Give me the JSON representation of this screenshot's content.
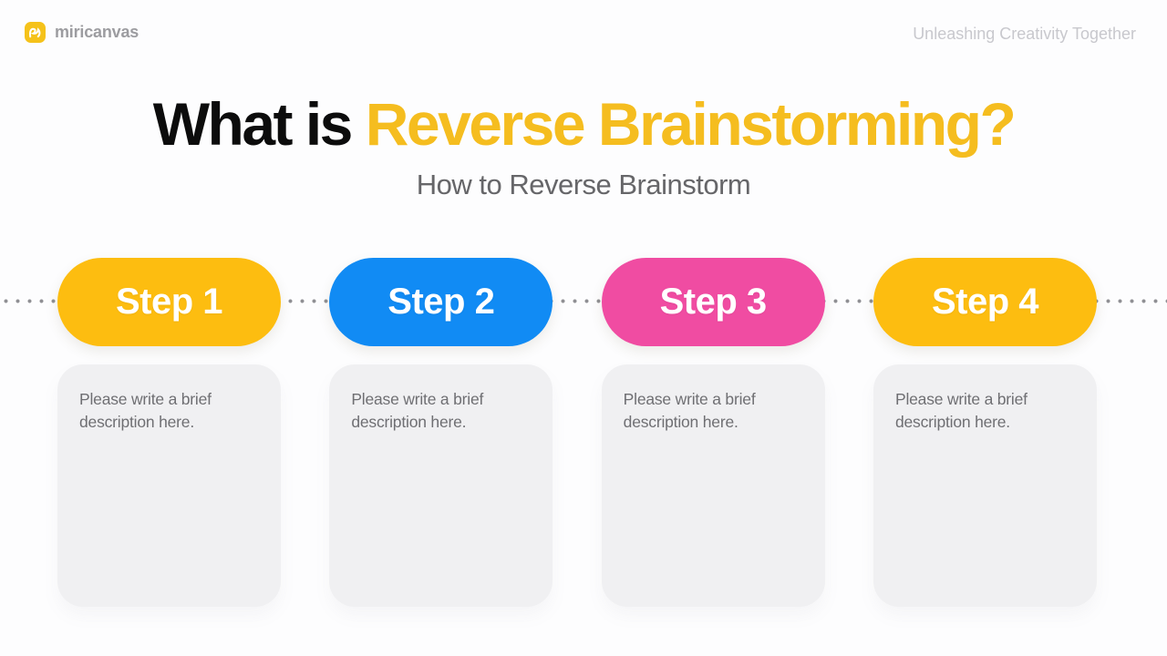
{
  "header": {
    "brand": "miricanvas",
    "tagline": "Unleashing Creativity Together"
  },
  "title": {
    "prefix": "What is ",
    "highlight": "Reverse Brainstorming?",
    "subtitle": "How to Reverse Brainstorm"
  },
  "steps": [
    {
      "label": "Step 1",
      "color": "#fdbd10",
      "description": "Please write a brief description here."
    },
    {
      "label": "Step 2",
      "color": "#118bf4",
      "description": "Please write a brief description here."
    },
    {
      "label": "Step 3",
      "color": "#f04ca2",
      "description": "Please write a brief description here."
    },
    {
      "label": "Step 4",
      "color": "#fdbd10",
      "description": "Please write a brief description here."
    }
  ],
  "colors": {
    "title_highlight": "#f5bd1f",
    "title_text": "#0c0c0c",
    "card_bg": "#f0f0f2",
    "dot_line": "#909094",
    "logo": "#f5c21a"
  }
}
